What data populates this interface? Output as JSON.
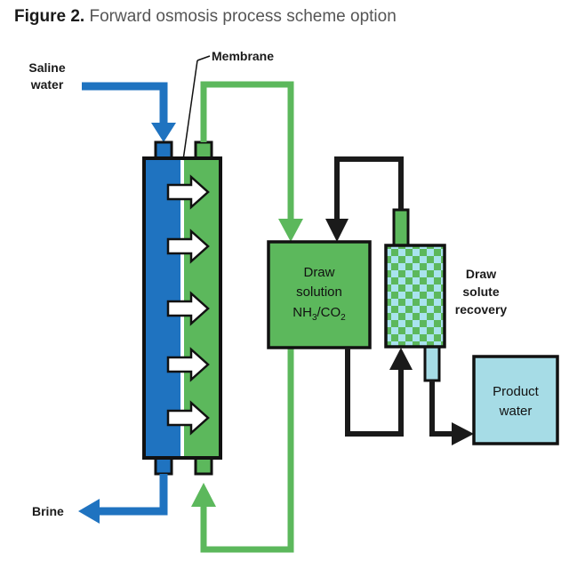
{
  "figure": {
    "prefix": "Figure 2.",
    "title": "Forward osmosis process scheme option"
  },
  "labels": {
    "saline_line1": "Saline",
    "saline_line2": "water",
    "membrane": "Membrane",
    "brine": "Brine",
    "draw_solution_line1": "Draw",
    "draw_solution_line2": "solution",
    "draw_solution_formula_nh": "NH",
    "draw_solution_formula_sub1": "3",
    "draw_solution_formula_co": "/CO",
    "draw_solution_formula_sub2": "2",
    "recovery_line1": "Draw",
    "recovery_line2": "solute",
    "recovery_line3": "recovery",
    "product_line1": "Product",
    "product_line2": "water"
  },
  "colors": {
    "saline_blue": "#1f73c0",
    "draw_green": "#5cb85c",
    "product_cyan": "#a6dce6",
    "outline": "#111111",
    "arrow_black": "#1a1a1a",
    "checker_light": "#a9e3ee"
  }
}
